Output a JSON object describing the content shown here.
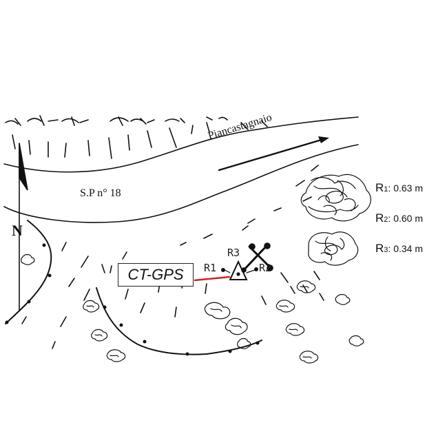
{
  "road": {
    "name": "S.P n° 18",
    "direction_label": "Piancastagnaio"
  },
  "station": {
    "label": "CT-GPS",
    "references": [
      {
        "id": "R1",
        "distance_value": "0.63",
        "unit": "m"
      },
      {
        "id": "R2",
        "distance_value": "0.60",
        "unit": "m"
      },
      {
        "id": "R3",
        "distance_value": "0.34",
        "unit": "m"
      }
    ]
  },
  "north_label": "N",
  "colors": {
    "ink": "#111111",
    "pointer": "#d92020"
  }
}
